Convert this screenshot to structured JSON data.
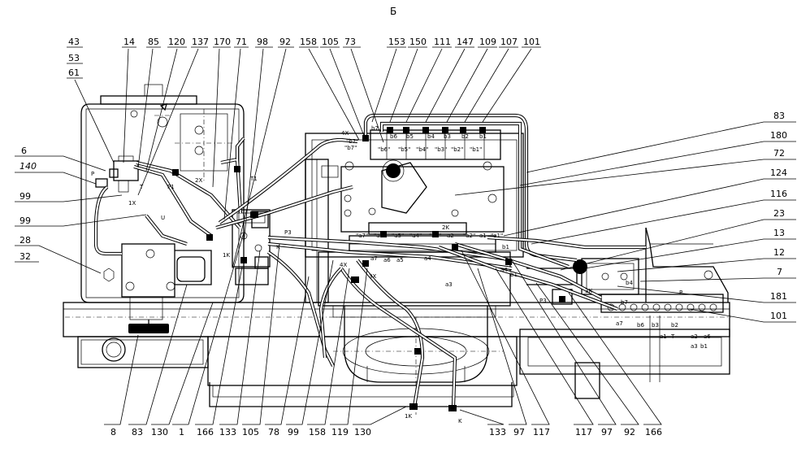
{
  "sheet_label": "Б",
  "callouts": {
    "top": [
      "153",
      "150",
      "111",
      "147",
      "109",
      "107",
      "101"
    ],
    "top_left": [
      "14",
      "85",
      "120",
      "137",
      "170",
      "71",
      "98",
      "92",
      "158",
      "105",
      "73"
    ],
    "left_stack": [
      "43",
      "53",
      "61"
    ],
    "left": [
      "6",
      "140",
      "99",
      "99",
      "28",
      "32"
    ],
    "right": [
      "83",
      "180",
      "72",
      "124",
      "116",
      "23",
      "13",
      "12",
      "7",
      "181",
      "101"
    ],
    "bottom": [
      "8",
      "83",
      "130",
      "1",
      "166",
      "133",
      "105",
      "78",
      "99",
      "158",
      "119",
      "130",
      "133",
      "97",
      "117",
      "117",
      "97",
      "92",
      "166"
    ]
  },
  "port_labels": {
    "valve_top": [
      "\"b7\"",
      "b7",
      "b6",
      "b5",
      "b4",
      "b3",
      "b2",
      "b1",
      "\"b6\"",
      "\"b5\"",
      "\"b4\"",
      "\"b3\"",
      "\"b2\"",
      "\"b1\"",
      "\"b7\"",
      "4X"
    ],
    "valve_mid": [
      "\"a7\"",
      "\"a6\"",
      "\"a5\"",
      "\"a4\"",
      "\"a3\"",
      "a2",
      "\"a2\"",
      "a1",
      "\"a1\"",
      "b1",
      "b1",
      "2K",
      "a7",
      "a6",
      "a5",
      "a4",
      "a3"
    ],
    "left_unit": [
      "P",
      "T",
      "P1",
      "2X",
      "1X",
      "U",
      "T1",
      "1K",
      "P3",
      "K",
      "3X",
      "4X"
    ],
    "right_unit": [
      "a4",
      "b4",
      "3K",
      "P3",
      "b7",
      "a7",
      "b6",
      "b3",
      "b2",
      "P",
      "a1",
      "T",
      "a2",
      "a6",
      "a3",
      "b1"
    ],
    "bottom_unit": [
      "1K",
      "K"
    ]
  }
}
